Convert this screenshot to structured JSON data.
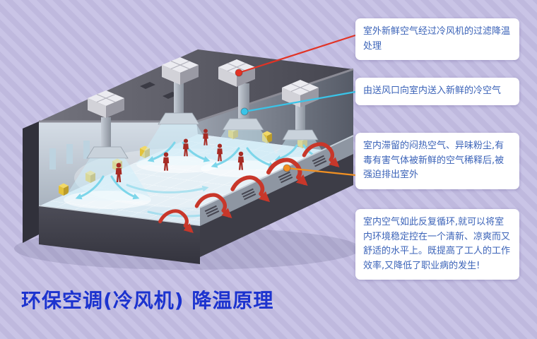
{
  "page": {
    "caption_title": "环保空调(冷风机) 降温原理"
  },
  "callouts": [
    {
      "text": "室外新鲜空气经过冷风机的过滤降温处理",
      "accent_color": "#e23325"
    },
    {
      "text": "由送风口向室内送入新鲜的冷空气",
      "accent_color": "#3ac4e8"
    },
    {
      "text": "室内滞留的闷热空气、异味粉尘,有毒有害气体被新鲜的空气稀释后,被强迫排出室外",
      "accent_color": "#f19022"
    },
    {
      "text": "室内空气如此反复循环,就可以将室内环境稳定控在一个清新、凉爽而又舒适的水平上。既提高了工人的工作效率,又降低了职业病的发生!"
    }
  ],
  "colors": {
    "background_stripe_a": "#c9c4e6",
    "background_stripe_b": "#bfb9de",
    "callout_text": "#3b63b8",
    "title_text": "#1c33cf",
    "exhaust_arrow": "#c8372a",
    "supply_air": "#7dd6ea"
  }
}
